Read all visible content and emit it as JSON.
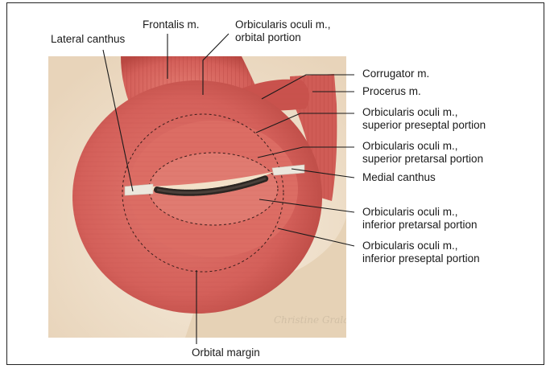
{
  "labels": {
    "frontalis": "Frontalis m.",
    "orbital_portion": [
      "Orbicularis oculi m.,",
      "orbital portion"
    ],
    "lateral_canthus": "Lateral canthus",
    "corrugator": "Corrugator m.",
    "procerus": "Procerus m.",
    "superior_preseptal": [
      "Orbicularis oculi m.,",
      "superior preseptal portion"
    ],
    "superior_pretarsal": [
      "Orbicularis oculi m.,",
      "superior pretarsal portion"
    ],
    "medial_canthus": "Medial canthus",
    "inferior_pretarsal": [
      "Orbicularis oculi m.,",
      "inferior pretarsal portion"
    ],
    "inferior_preseptal": [
      "Orbicularis oculi m.,",
      "inferior preseptal portion"
    ],
    "orbital_margin": "Orbital margin"
  },
  "colors": {
    "muscle": "#d9665f",
    "muscle_dark": "#b8433f",
    "muscle_light": "#e88a80",
    "skin": "#f1e6d6",
    "bone": "#efe0c5",
    "leader": "#1a1a1a"
  }
}
